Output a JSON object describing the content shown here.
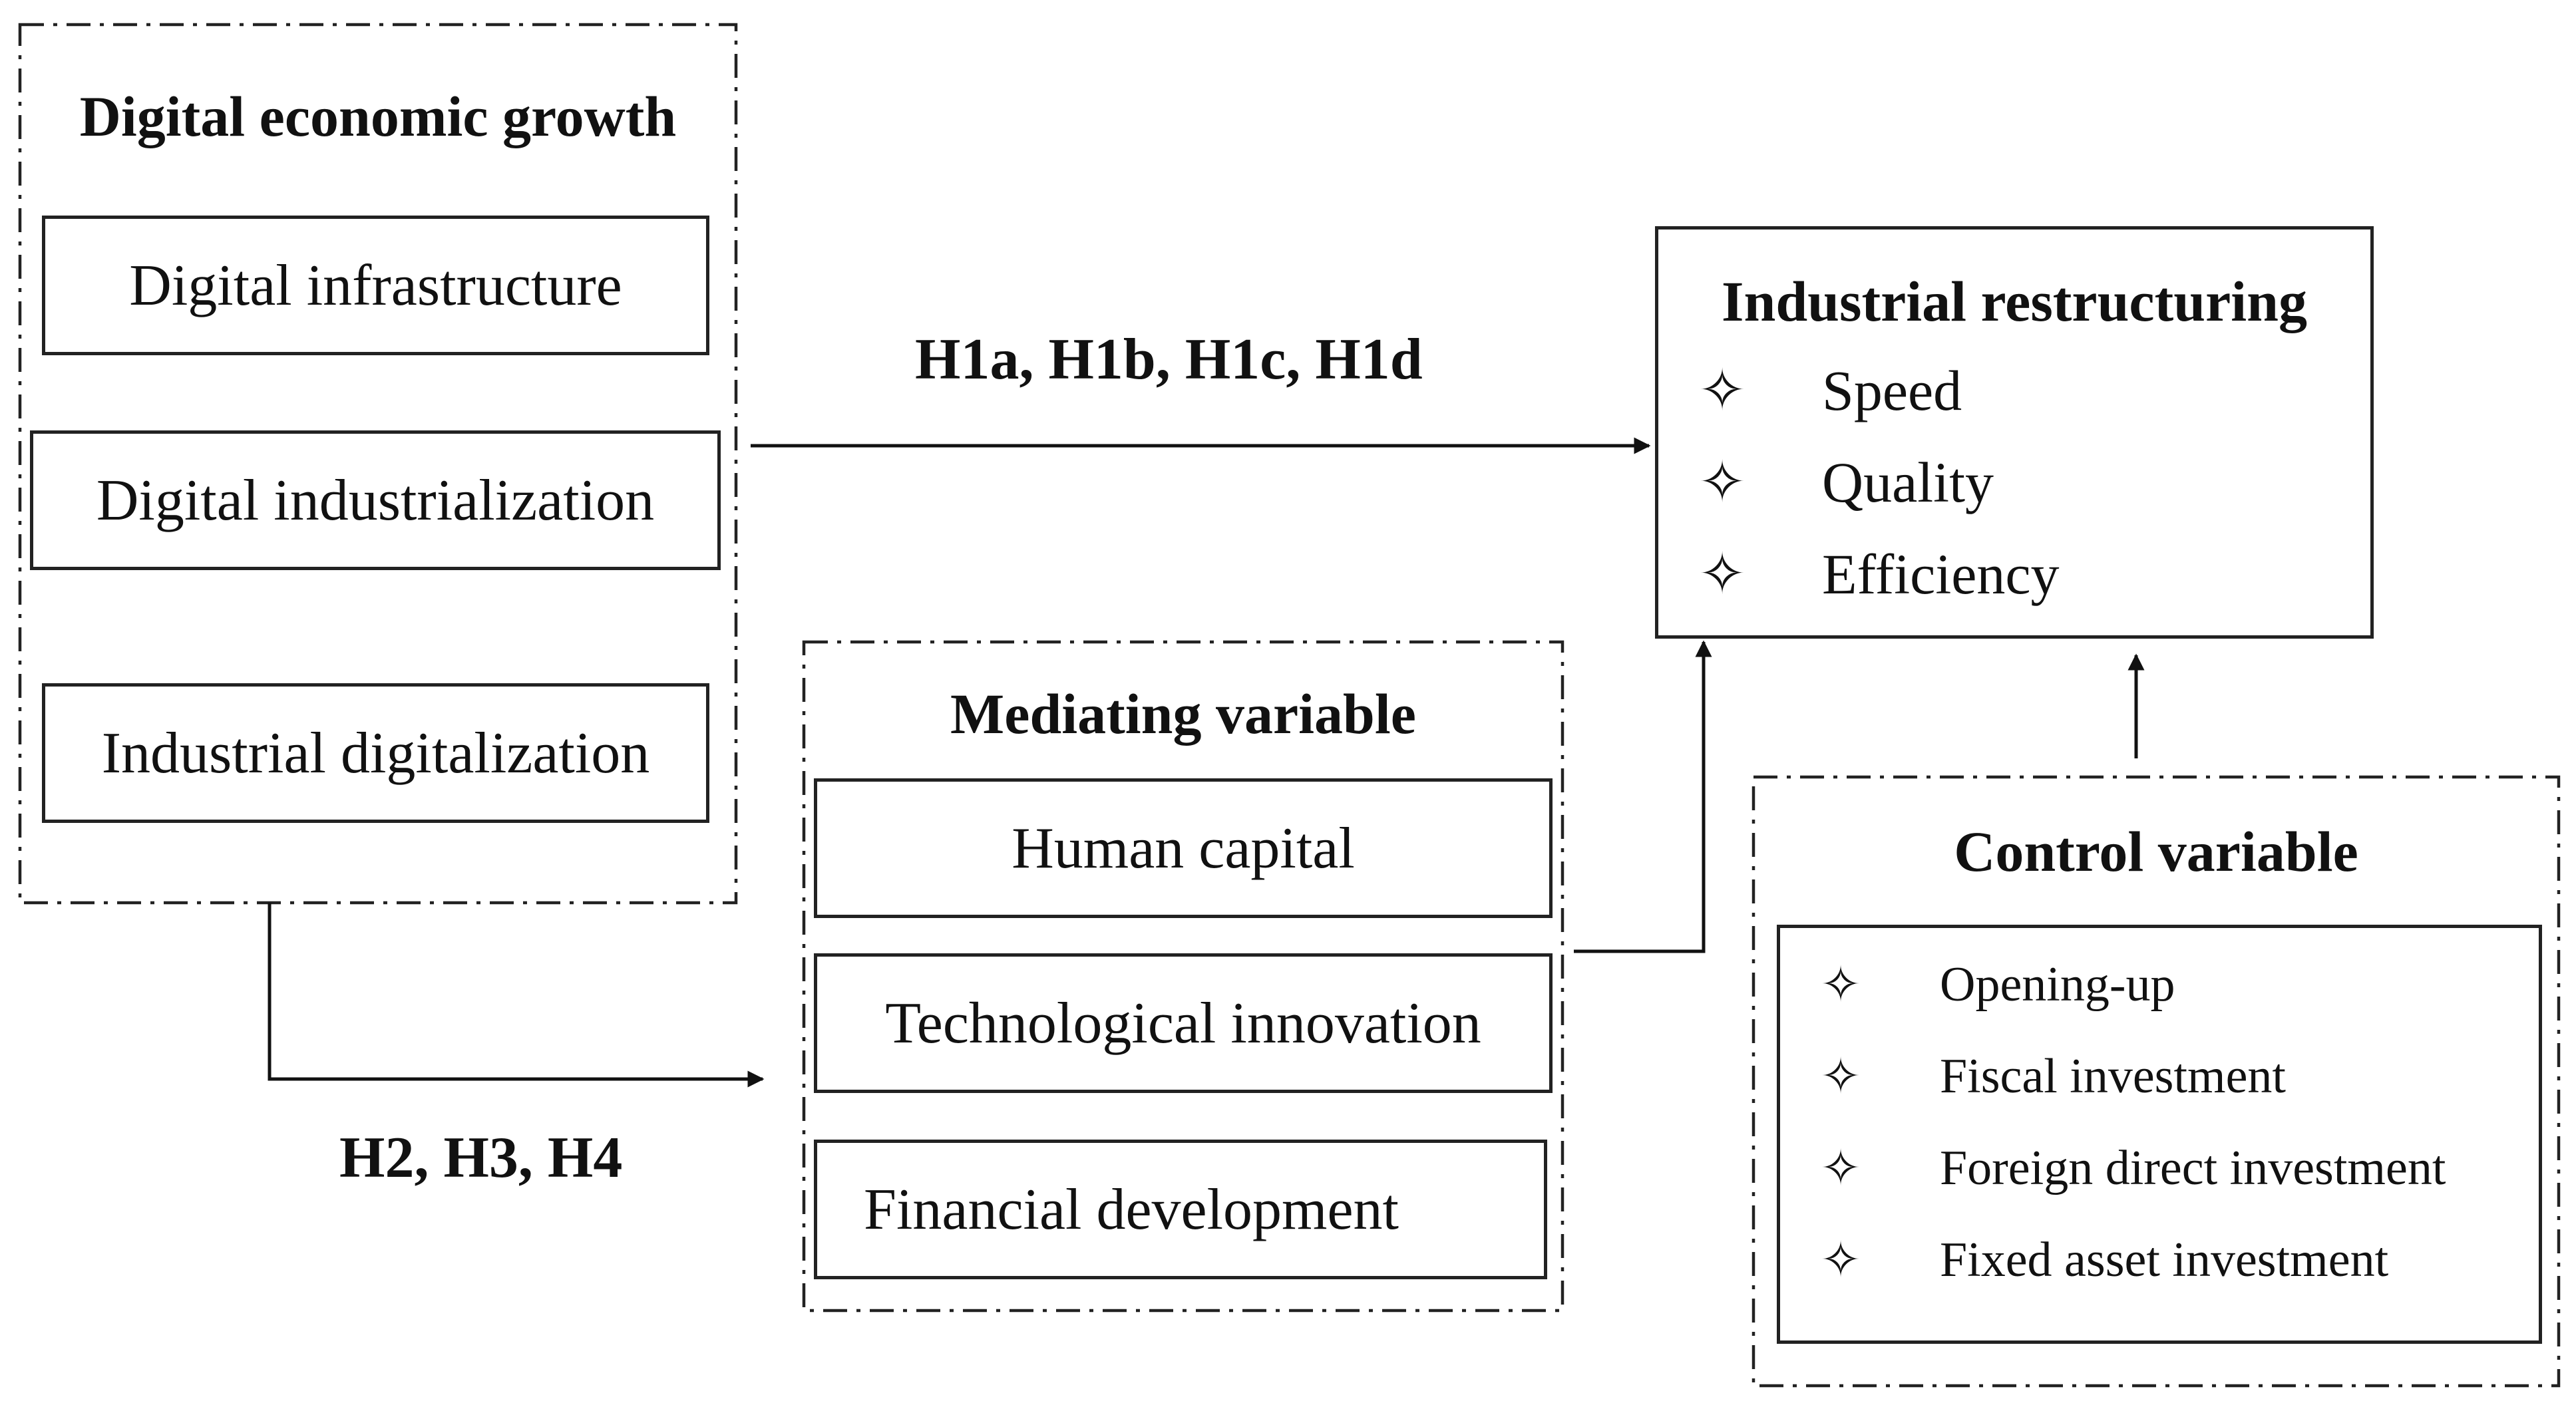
{
  "digital_growth": {
    "title": "Digital economic growth",
    "items": [
      "Digital infrastructure",
      "Digital industrialization",
      "Industrial digitalization"
    ]
  },
  "restructuring": {
    "title": "Industrial restructuring",
    "items": [
      "Speed",
      "Quality",
      "Efficiency"
    ]
  },
  "mediating": {
    "title": "Mediating variable",
    "items": [
      "Human capital",
      "Technological innovation",
      "Financial development"
    ]
  },
  "control": {
    "title": "Control variable",
    "items": [
      "Opening-up",
      "Fiscal investment",
      "Foreign direct investment",
      "Fixed asset investment"
    ]
  },
  "hypotheses": {
    "direct": "H1a, H1b, H1c, H1d",
    "mediation": "H2, H3, H4"
  },
  "bullet_glyph": "✧",
  "colors": {
    "line": "#111111"
  }
}
